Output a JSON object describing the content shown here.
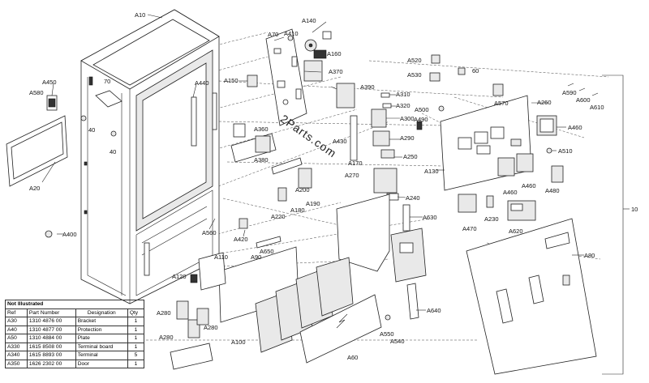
{
  "labels": {
    "A10": "A10",
    "A20": "A20",
    "A40a": "40",
    "A40b": "40",
    "A70": "70",
    "A450": "A450",
    "A580": "A580",
    "A400": "A400",
    "A440": "A440",
    "A560": "A560",
    "A420": "A420",
    "A650": "A650",
    "A110": "A110",
    "A90": "A90",
    "A120": "A120",
    "A280a": "A280",
    "A280b": "A280",
    "A280c": "A280",
    "A100": "A100",
    "A60": "A60",
    "A550": "A550",
    "A540": "A540",
    "A640": "A640",
    "A630": "A630",
    "A240": "A240",
    "A170": "A170",
    "A270": "A270",
    "A200": "A200",
    "A220": "A220",
    "A180": "A180",
    "A190": "A190",
    "A380": "A380",
    "A360": "A360",
    "A150": "A150",
    "A70b": "A70",
    "A410": "A410",
    "A140": "A140",
    "A160": "A160",
    "A370": "A370",
    "A390": "A390",
    "A430": "A430",
    "A490": "A490",
    "A310": "A310",
    "A320": "A320",
    "A300": "A300",
    "A290": "A290",
    "A250": "A250",
    "A520": "A520",
    "A530": "A530",
    "A60b": "60",
    "A500": "A500",
    "A570": "A570",
    "A260": "A260",
    "A590": "A590",
    "A600": "A600",
    "A610": "A610",
    "A130": "A130",
    "A460a": "A460",
    "A510": "A510",
    "A460b": "A460",
    "A460c": "A460",
    "A480": "A480",
    "A470": "A470",
    "A230": "A230",
    "A620": "A620",
    "A80": "A80",
    "L10": "10"
  },
  "watermark": "2Parts.com",
  "not_illustrated": {
    "title": "Not Illustrated",
    "headers": [
      "Ref",
      "Part Number",
      "Designation",
      "Qty"
    ],
    "rows": [
      [
        "A30",
        "1310 4876 00",
        "Bracket",
        "1"
      ],
      [
        "A40",
        "1310 4877 00",
        "Protection",
        "1"
      ],
      [
        "A50",
        "1310 4884 00",
        "Plate",
        "1"
      ],
      [
        "A330",
        "1615 8508 00",
        "Terminal board",
        "1"
      ],
      [
        "A340",
        "1615 8893 00",
        "Terminal",
        "5"
      ],
      [
        "A350",
        "1626 2302 00",
        "Door",
        "1"
      ]
    ]
  }
}
